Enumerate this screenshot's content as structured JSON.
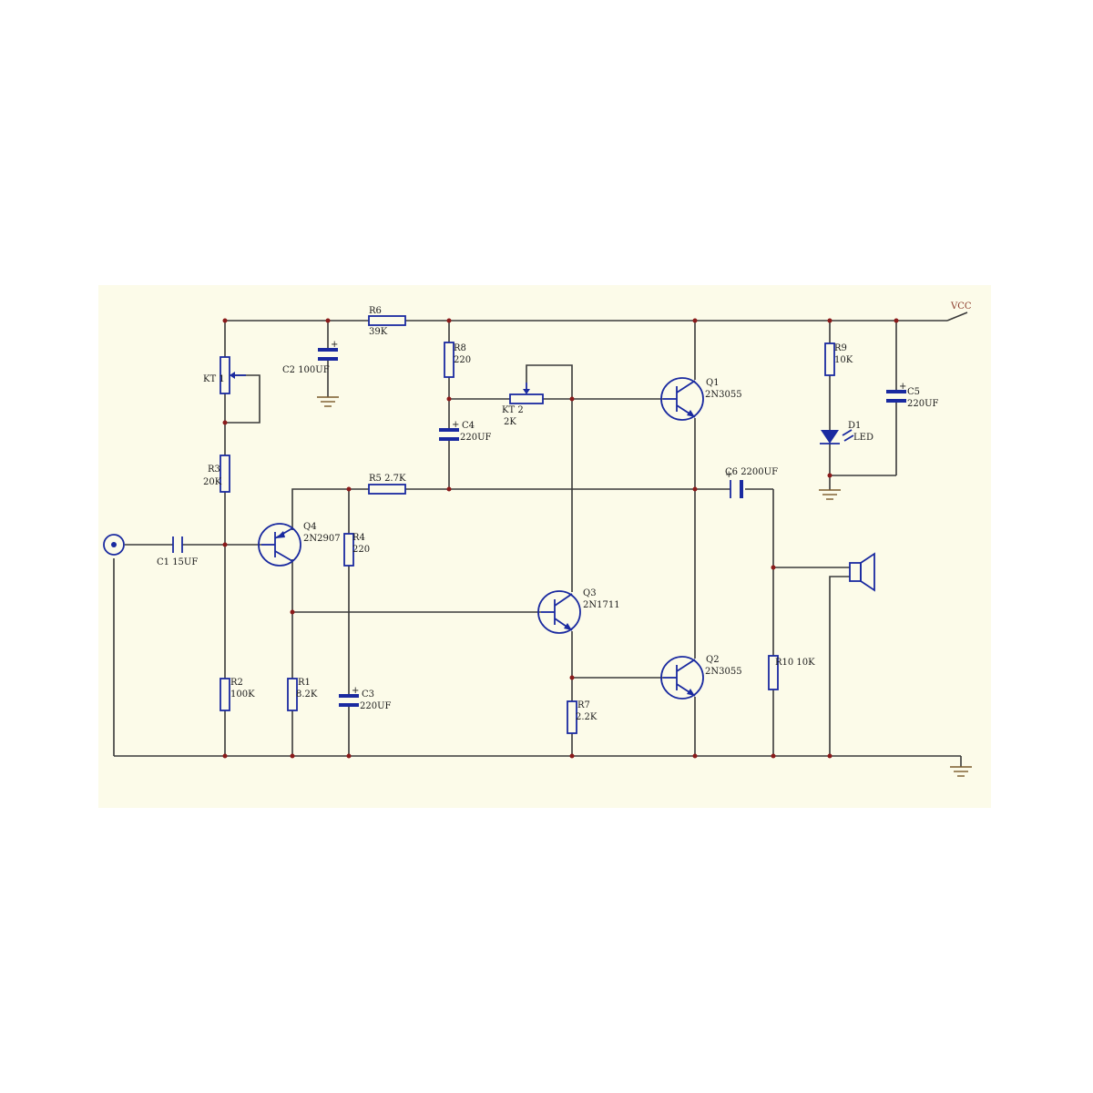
{
  "colors": {
    "paper": "#fcfbe9",
    "wire": "#3a3a3a",
    "component": "#1a2aa0",
    "junction": "#8b1a1a",
    "ground": "#7a5a2a"
  },
  "labels": {
    "vcc": "VCC",
    "r6_ref": "R6",
    "r6_val": "39K",
    "c2": "C2 100UF",
    "kt1": "KT 1",
    "r3_ref": "R3",
    "r3_val": "20K",
    "r8_ref": "R8",
    "r8_val": "220",
    "c4_ref": "C4",
    "c4_val": "220UF",
    "kt2_ref": "KT 2",
    "kt2_val": "2K",
    "q1_ref": "Q1",
    "q1_val": "2N3055",
    "r9_ref": "R9",
    "r9_val": "10K",
    "c5_ref": "C5",
    "c5_val": "220UF",
    "d1_ref": "D1",
    "d1_val": "LED",
    "r5": "R5 2.7K",
    "c6": "C6 2200UF",
    "q4_ref": "Q4",
    "q4_val": "2N2907",
    "r4_ref": "R4",
    "r4_val": "220",
    "c1": "C1 15UF",
    "q3_ref": "Q3",
    "q3_val": "2N1711",
    "q2_ref": "Q2",
    "q2_val": "2N3055",
    "r10": "R10 10K",
    "r2_ref": "R2",
    "r2_val": "100K",
    "r1_ref": "R1",
    "r1_val": "8.2K",
    "c3_ref": "C3",
    "c3_val": "220UF",
    "r7_ref": "R7",
    "r7_val": "2.2K"
  }
}
